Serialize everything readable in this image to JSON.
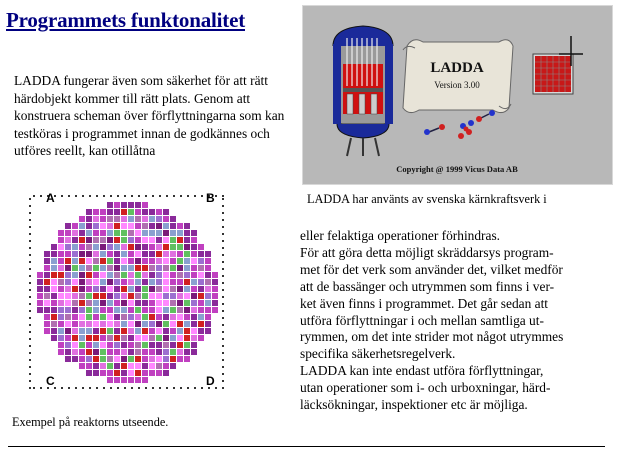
{
  "page": {
    "title": "Programmets funktonalitet"
  },
  "intro": {
    "text": "LADDA fungerar även som säkerhet för att rätt härdobjekt kommer till rätt plats. Genom att konstruera scheman över förflyttningarna som kan testköras i programmet innan de godkännes och utföres reellt, kan otillåtna"
  },
  "splash": {
    "logo_text": "LADDA",
    "version_text": "Version 3.00",
    "copyright_text": "Copyright @ 1999   Vicus Data AB",
    "caption": "LADDA har använts av svenska kärnkraftsverk i",
    "colors": {
      "background": "#b8b8b8",
      "vessel_red": "#d01010",
      "vessel_blue": "#1a2a9a",
      "scroll": "#e8e4d8"
    }
  },
  "core_map": {
    "quadrant_labels": [
      "A",
      "B",
      "C",
      "D"
    ],
    "caption": "Exempel på reaktorns utseende.",
    "colors": [
      "#c040c0",
      "#e070e0",
      "#8a2a9a",
      "#ff88ff",
      "#8aa0d0",
      "#9c6fd0",
      "#60c060",
      "#d02020",
      "#7a1a7a",
      "#b070b0"
    ]
  },
  "body_text": {
    "lines": [
      "eller felaktiga operationer förhindras.",
      "För att göra detta möjligt skräddarsys program-",
      "met för det verk som använder det, vilket medför",
      "att de bassänger och utrymmen som finns i ver-",
      "ket även finns i programmet. Det går sedan att",
      "utföra förflyttningar i och mellan samtliga ut-",
      "rymmen, om det inte strider mot något utrymmes",
      "specifika säkerhetsregelverk.",
      "LADDA kan inte endast utföra förflyttningar,",
      "utan operationer som i- och urboxningar, härd-",
      "läcksökningar, inspektioner etc är möjliga."
    ]
  }
}
